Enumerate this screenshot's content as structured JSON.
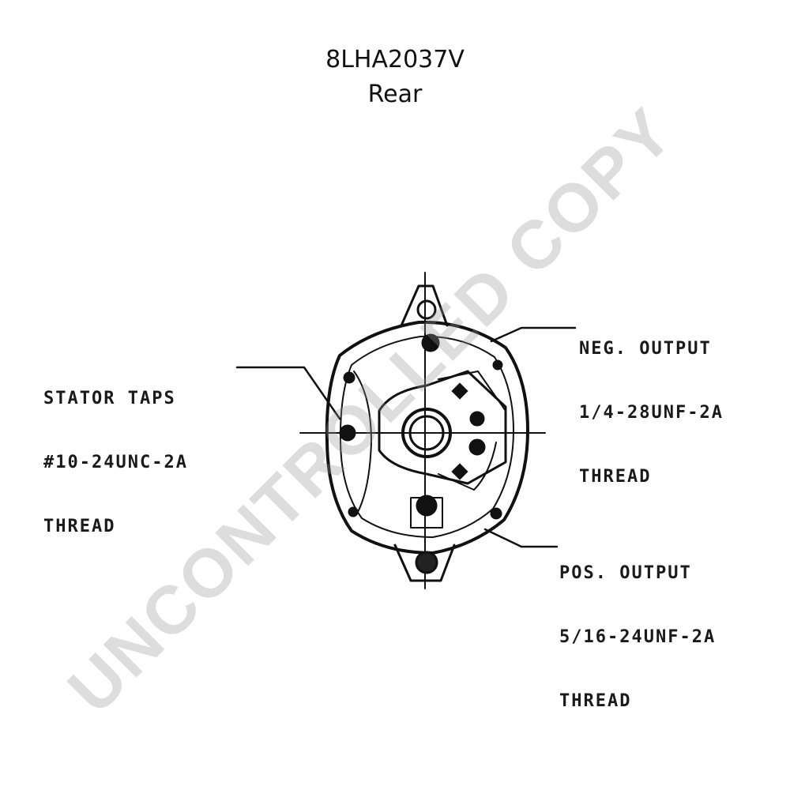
{
  "header": {
    "part_number": "8LHA2037V",
    "view": "Rear"
  },
  "callouts": {
    "stator_taps": {
      "lines": [
        "STATOR TAPS",
        "#10-24UNC-2A",
        "THREAD"
      ]
    },
    "neg_output": {
      "lines": [
        "NEG. OUTPUT",
        "1/4-28UNF-2A",
        "THREAD"
      ]
    },
    "pos_output": {
      "lines": [
        "POS. OUTPUT",
        "5/16-24UNF-2A",
        "THREAD"
      ]
    }
  },
  "watermark": {
    "text": "UNCONTROLLED COPY"
  },
  "colors": {
    "ink": "#111111",
    "watermark": "#969696"
  }
}
